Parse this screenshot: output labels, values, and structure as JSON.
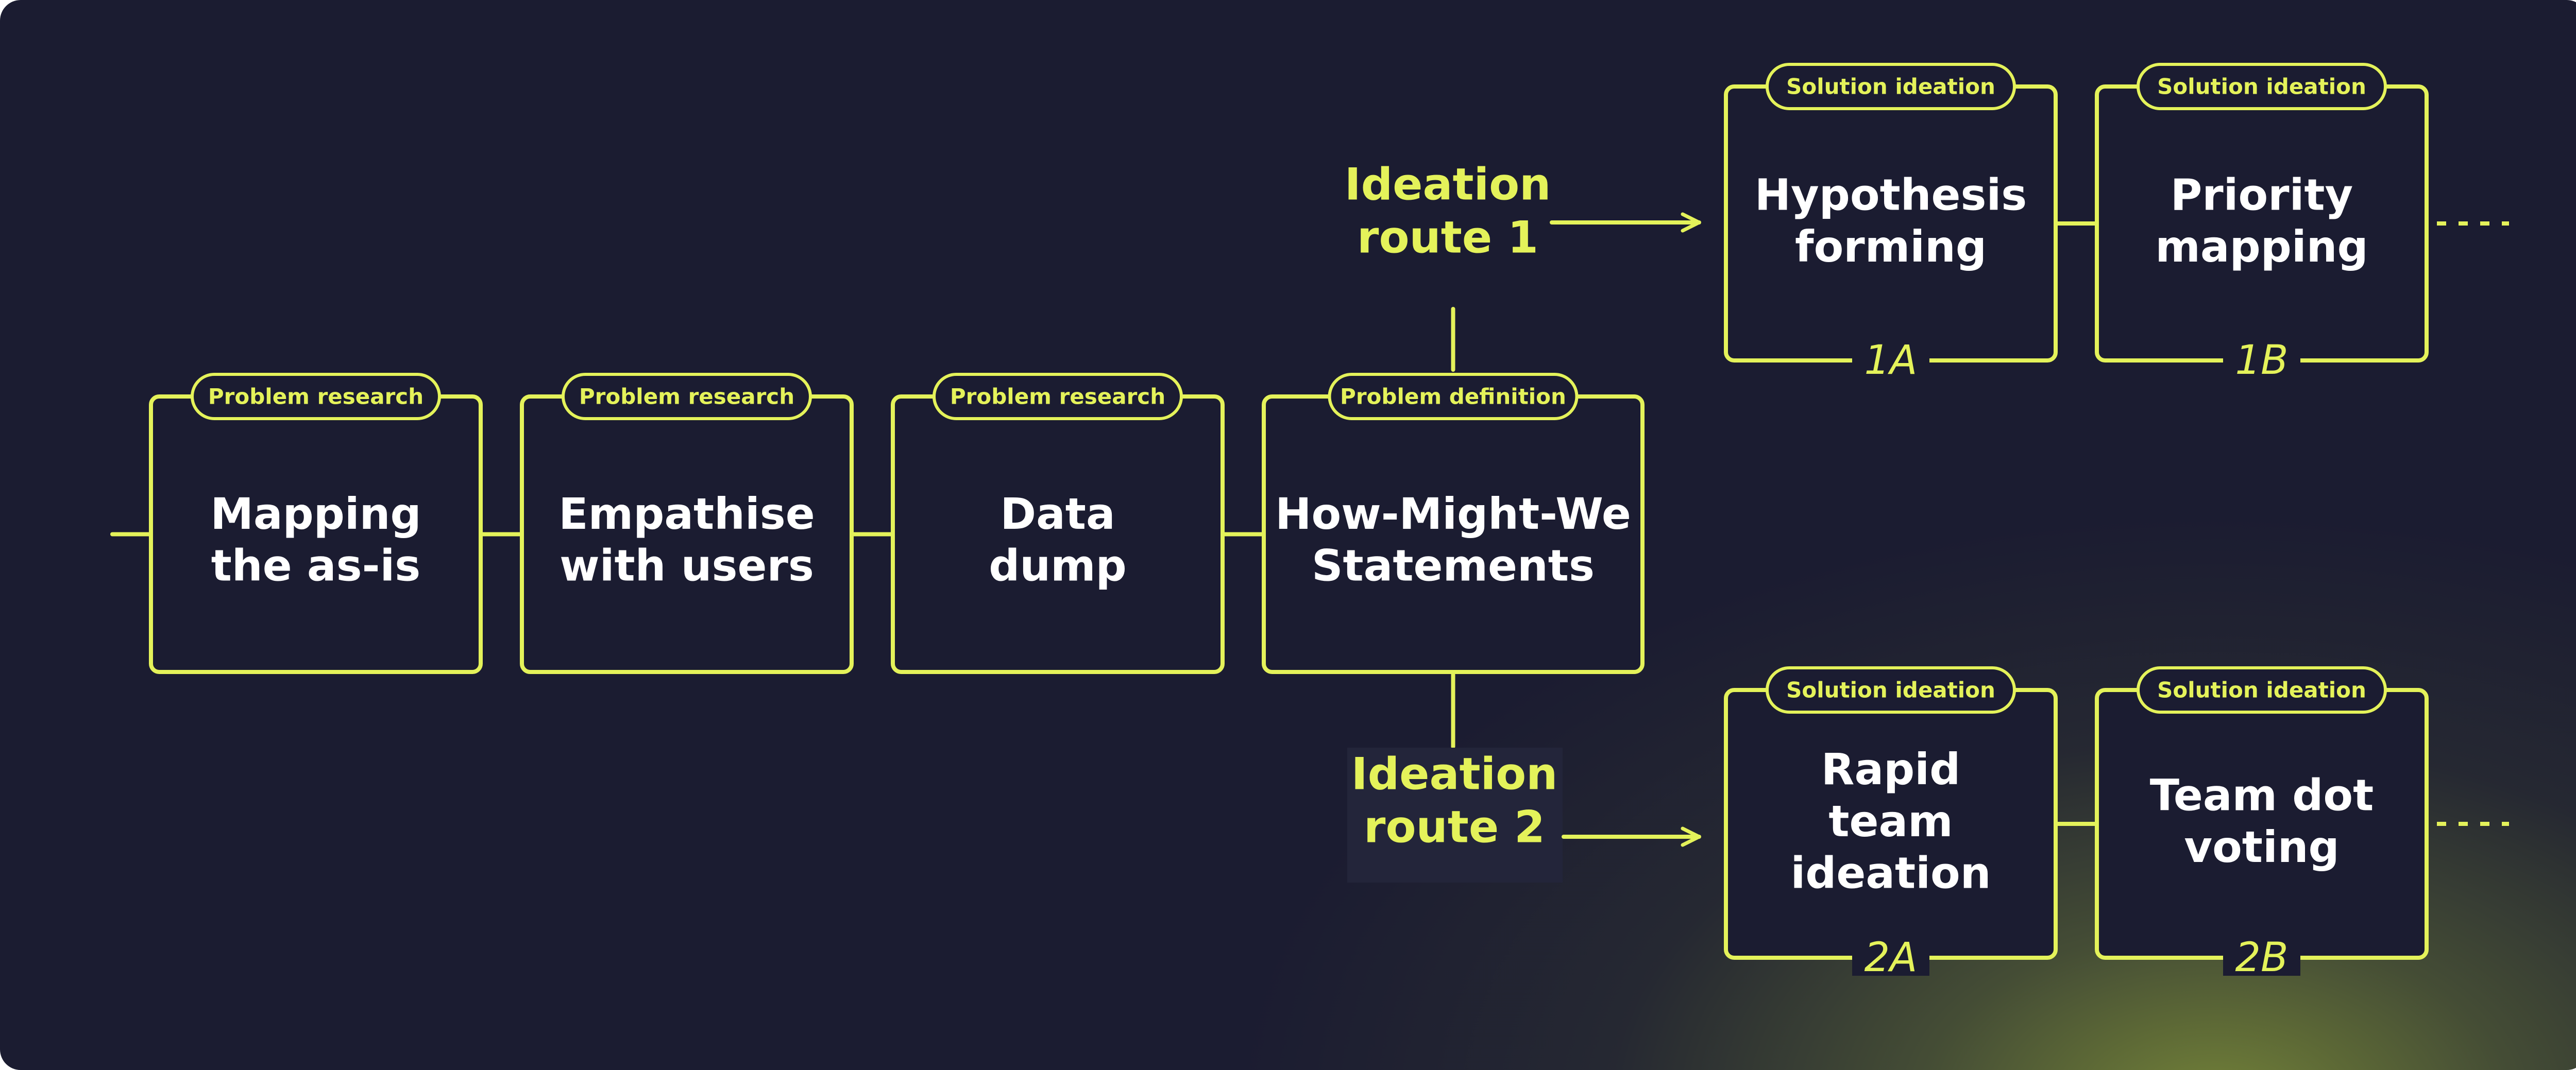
{
  "colors": {
    "background": "#1b1c31",
    "accent": "#e4f25a",
    "text": "#ffffff"
  },
  "steps": [
    {
      "badge": "Problem research",
      "title": [
        "Mapping",
        "the as-is"
      ]
    },
    {
      "badge": "Problem research",
      "title": [
        "Empathise",
        "with users"
      ]
    },
    {
      "badge": "Problem research",
      "title": [
        "Data",
        "dump"
      ]
    },
    {
      "badge": "Problem definition",
      "title": [
        "How-Might-We",
        "Statements"
      ]
    }
  ],
  "routes": [
    {
      "label": [
        "Ideation",
        "route 1"
      ],
      "boxes": [
        {
          "badge": "Solution ideation",
          "title": [
            "Hypothesis",
            "forming"
          ],
          "code": "1A"
        },
        {
          "badge": "Solution ideation",
          "title": [
            "Priority",
            "mapping"
          ],
          "code": "1B"
        }
      ]
    },
    {
      "label": [
        "Ideation",
        "route 2"
      ],
      "boxes": [
        {
          "badge": "Solution ideation",
          "title": [
            "Rapid",
            "team",
            "ideation"
          ],
          "code": "2A"
        },
        {
          "badge": "Solution ideation",
          "title": [
            "Team dot",
            "voting"
          ],
          "code": "2B"
        }
      ]
    }
  ]
}
